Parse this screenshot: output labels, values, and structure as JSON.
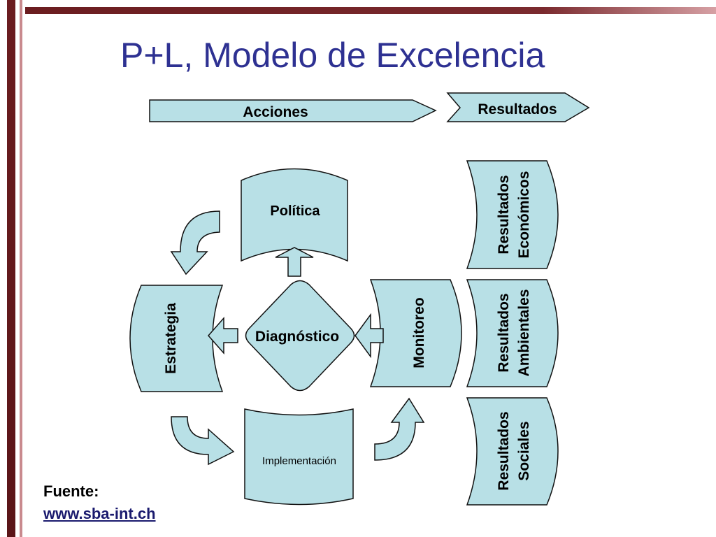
{
  "slide": {
    "title": "P+L, Modelo de Excelencia",
    "colors": {
      "shape_fill": "#b8e0e6",
      "shape_stroke": "#111111",
      "title": "#2e3192",
      "frame_dark": "#6b1d20",
      "frame_light": "#c98a8e"
    }
  },
  "diagram": {
    "acciones": "Acciones",
    "resultados": "Resultados",
    "politica": "Política",
    "estrategia": "Estrategia",
    "diagnostico": "Diagnóstico",
    "monitoreo": "Monitoreo",
    "implementacion": "Implementación",
    "res_economicos": {
      "line1": "Resultados",
      "line2": "Económicos"
    },
    "res_ambientales": {
      "line1": "Resultados",
      "line2": "Ambientales"
    },
    "res_sociales": {
      "line1": "Resultados",
      "line2": "Sociales"
    }
  },
  "source": {
    "label": "Fuente:",
    "link": "www.sba-int.ch"
  }
}
